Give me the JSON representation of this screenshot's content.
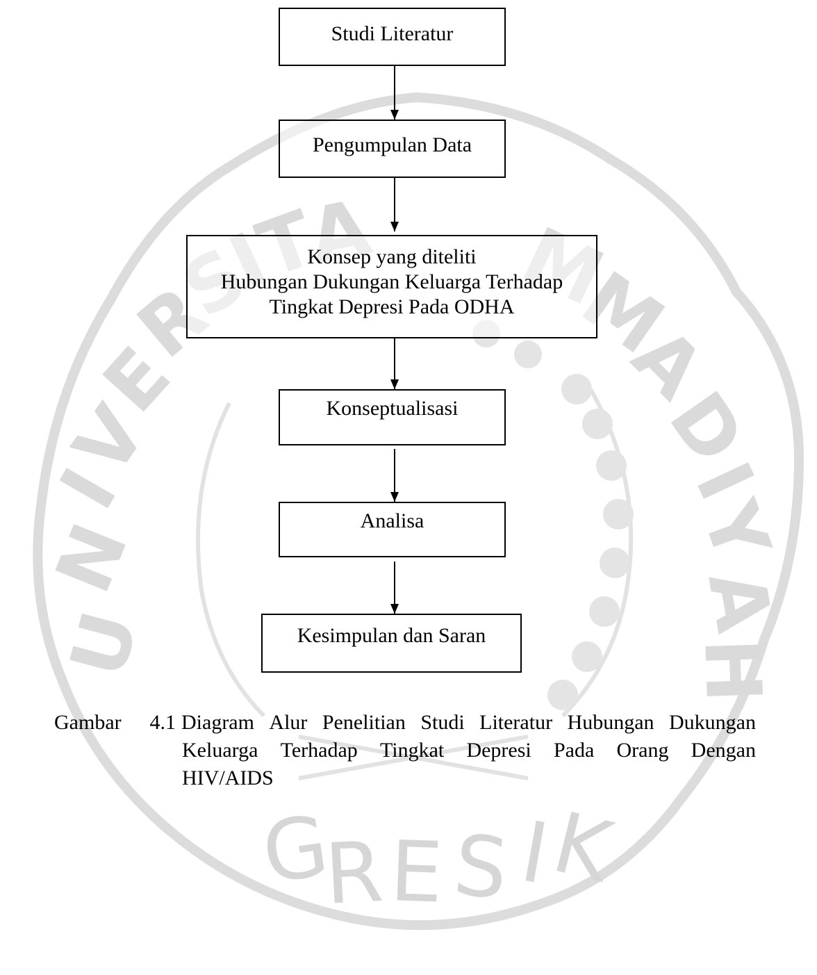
{
  "watermark": {
    "arc_text": "UNIVERSITAS MUHAMMADIYAH",
    "bottom_text": "GRESIK",
    "color": "#d8d8d8"
  },
  "flow": {
    "step1": "Studi Literatur",
    "step2": "Pengumpulan Data",
    "step3": {
      "line1": "Konsep yang diteliti",
      "line2": "Hubungan Dukungan Keluarga Terhadap",
      "line3": "Tingkat Depresi Pada ODHA"
    },
    "step4": "Konseptualisasi",
    "step5": "Analisa",
    "step6": "Kesimpulan dan Saran"
  },
  "caption": {
    "label_word": "Gambar",
    "label_number": "4.1",
    "line1": [
      "Diagram",
      "Alur",
      "Penelitian",
      "Studi",
      "Literatur",
      "Hubungan",
      "Dukungan"
    ],
    "line2": [
      "Keluarga",
      "Terhadap",
      "Tingkat",
      "Depresi",
      "Pada",
      "Orang",
      "Dengan"
    ],
    "line3": "HIV/AIDS"
  }
}
